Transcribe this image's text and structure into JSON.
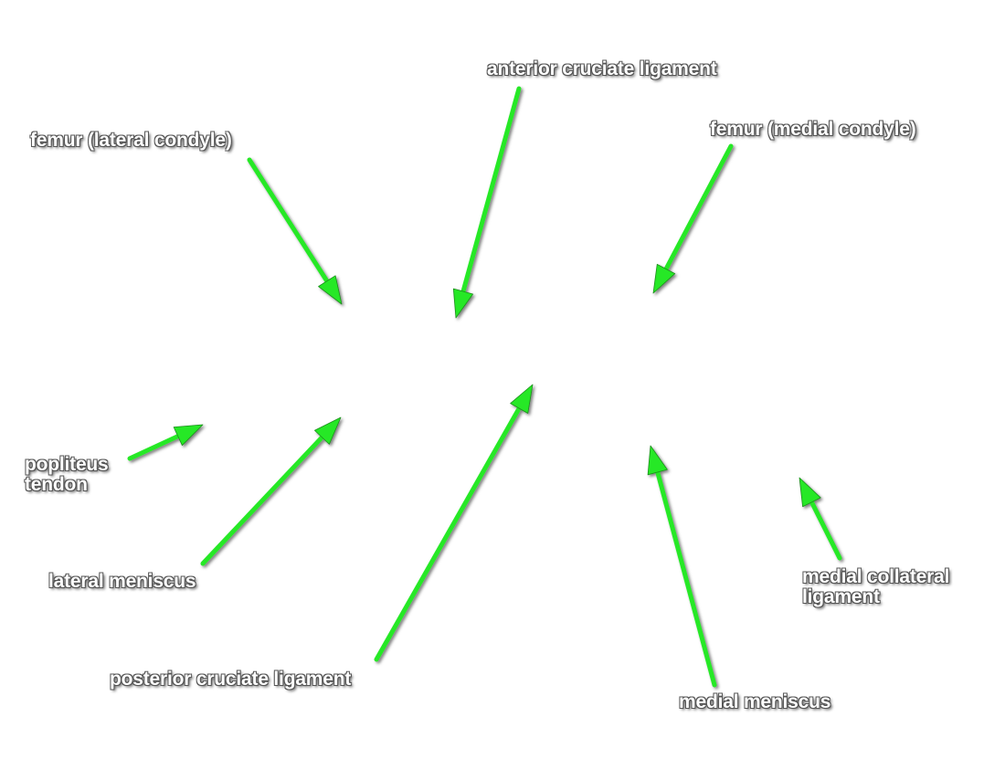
{
  "diagram": {
    "arrow_color": "#27e827",
    "arrow_outline": "#1a8f1a",
    "labels": {
      "femur_lateral_condyle": "femur (lateral condyle)",
      "anterior_cruciate_ligament": "anterior cruciate ligament",
      "femur_medial_condyle": "femur (medial condyle)",
      "popliteus_tendon_line1": "popliteus",
      "popliteus_tendon_line2": "tendon",
      "lateral_meniscus": "lateral meniscus",
      "posterior_cruciate_ligament": "posterior cruciate ligament",
      "medial_meniscus": "medial meniscus",
      "medial_collateral_ligament_line1": "medial collateral",
      "medial_collateral_ligament_line2": "ligament"
    }
  }
}
